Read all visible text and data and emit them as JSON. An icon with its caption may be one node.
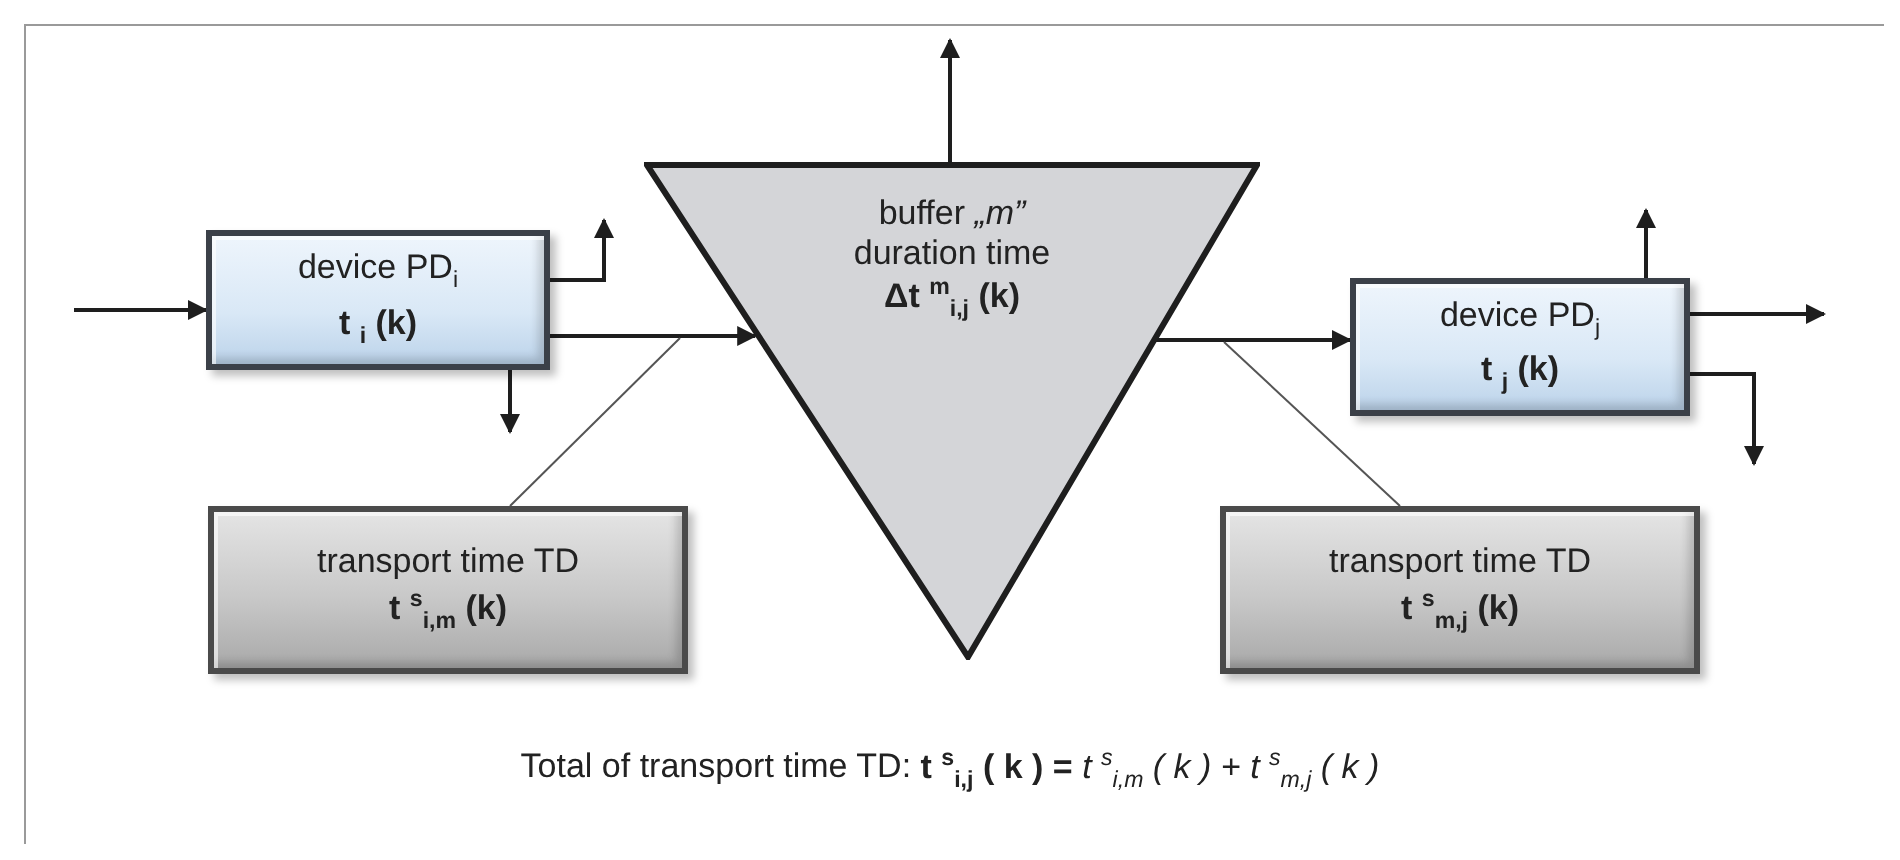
{
  "diagram": {
    "caption": "Total of transport time TD:  **t $^{s}$$_{i,j}$ ( k ) =** *t $^{s}$$_{i,m}$ ( k ) + t $^{s}$$_{m,j}$ ( k )*",
    "nodes": [
      {
        "text": [
          "device PD$_{i}$",
          "t $_{i}$ (k)"
        ]
      },
      {
        "text": [
          "buffer *„m”*",
          "duration time",
          "Δt $^{m}$$_{i,j}$ (k)"
        ]
      },
      {
        "text": [
          "device  PD$_{j}$",
          "t $_{j}$ (k)"
        ]
      },
      {
        "text": [
          "transport time  TD",
          "t $^{s}$$_{i,m}$ (k)"
        ]
      },
      {
        "text": [
          "transport time  TD",
          "t $^{s}$$_{m,j}$ (k)"
        ]
      }
    ],
    "edges": [
      {
        "from": null,
        "to": 0,
        "arrow": "to"
      },
      {
        "from": 0,
        "to": null,
        "arrow": "to"
      },
      {
        "from": 0,
        "to": null,
        "arrow": "to"
      },
      {
        "from": 0,
        "to": 1,
        "arrow": "to"
      },
      {
        "from": 1,
        "to": null,
        "arrow": "to"
      },
      {
        "from": 1,
        "to": 2,
        "arrow": "to"
      },
      {
        "from": 2,
        "to": null,
        "arrow": "to"
      },
      {
        "from": 2,
        "to": null,
        "arrow": "to"
      },
      {
        "from": 2,
        "to": null,
        "arrow": "to"
      },
      {
        "from": 3,
        "to": null,
        "arrow": "none",
        "color": "#555555"
      },
      {
        "from": 4,
        "to": null,
        "arrow": "none",
        "color": "#555555"
      }
    ]
  }
}
